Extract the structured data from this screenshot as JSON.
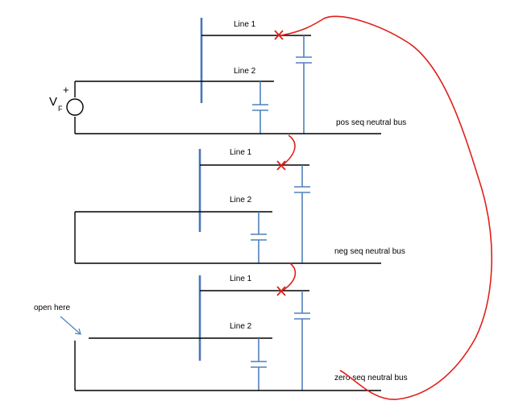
{
  "diagram": {
    "source": {
      "label": "V",
      "subscript": "F",
      "polarity": "+"
    },
    "networks": [
      {
        "line1": "Line 1",
        "line2": "Line 2",
        "bus_label": "pos seq neutral bus"
      },
      {
        "line1": "Line 1",
        "line2": "Line 2",
        "bus_label": "neg seq neutral bus"
      },
      {
        "line1": "Line 1",
        "line2": "Line 2",
        "bus_label": "zero seq neutral bus"
      }
    ],
    "annotation": "open here",
    "colors": {
      "conductor": "#000000",
      "capacitor": "#4f81bd",
      "bus_bar": "#4a78b8",
      "fault_connection": "#e0201b"
    }
  }
}
